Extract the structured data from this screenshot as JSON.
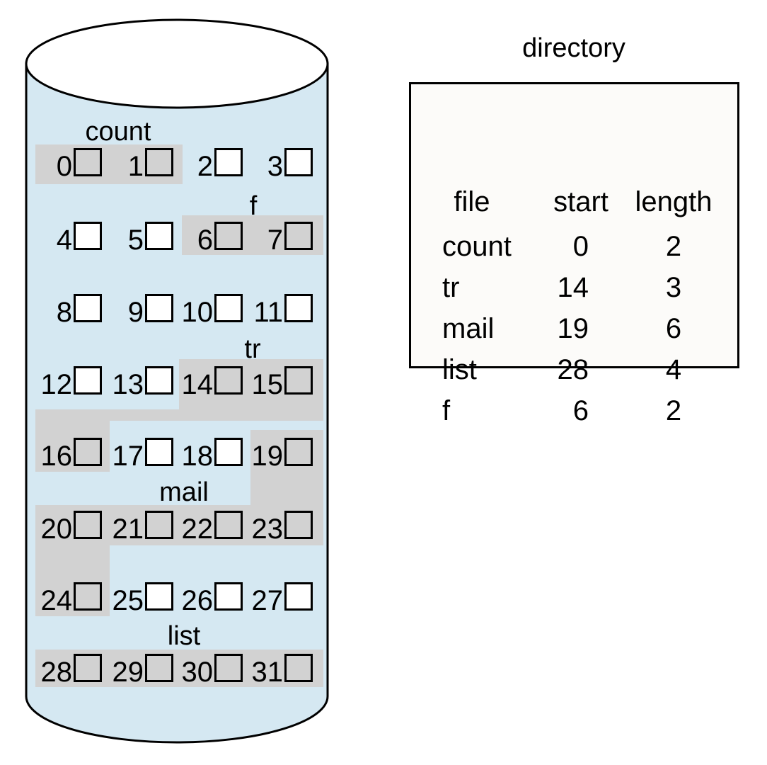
{
  "disk": {
    "block_numbers": [
      "0",
      "1",
      "2",
      "3",
      "4",
      "5",
      "6",
      "7",
      "8",
      "9",
      "10",
      "11",
      "12",
      "13",
      "14",
      "15",
      "16",
      "17",
      "18",
      "19",
      "20",
      "21",
      "22",
      "23",
      "24",
      "25",
      "26",
      "27",
      "28",
      "29",
      "30",
      "31"
    ],
    "file_labels": [
      "count",
      "f",
      "tr",
      "mail",
      "list"
    ]
  },
  "directory": {
    "title": "directory",
    "columns": {
      "file": "file",
      "start": "start",
      "length": "length"
    },
    "entries": [
      {
        "file": "count",
        "start": "0",
        "length": "2"
      },
      {
        "file": "tr",
        "start": "14",
        "length": "3"
      },
      {
        "file": "mail",
        "start": "19",
        "length": "6"
      },
      {
        "file": "list",
        "start": "28",
        "length": "4"
      },
      {
        "file": "f",
        "start": "6",
        "length": "2"
      }
    ]
  },
  "colors": {
    "disk_fill": "#d5e8f2",
    "highlight": "#d2d2d2",
    "outline": "#000000",
    "table_bg": "#fcfbf9"
  }
}
